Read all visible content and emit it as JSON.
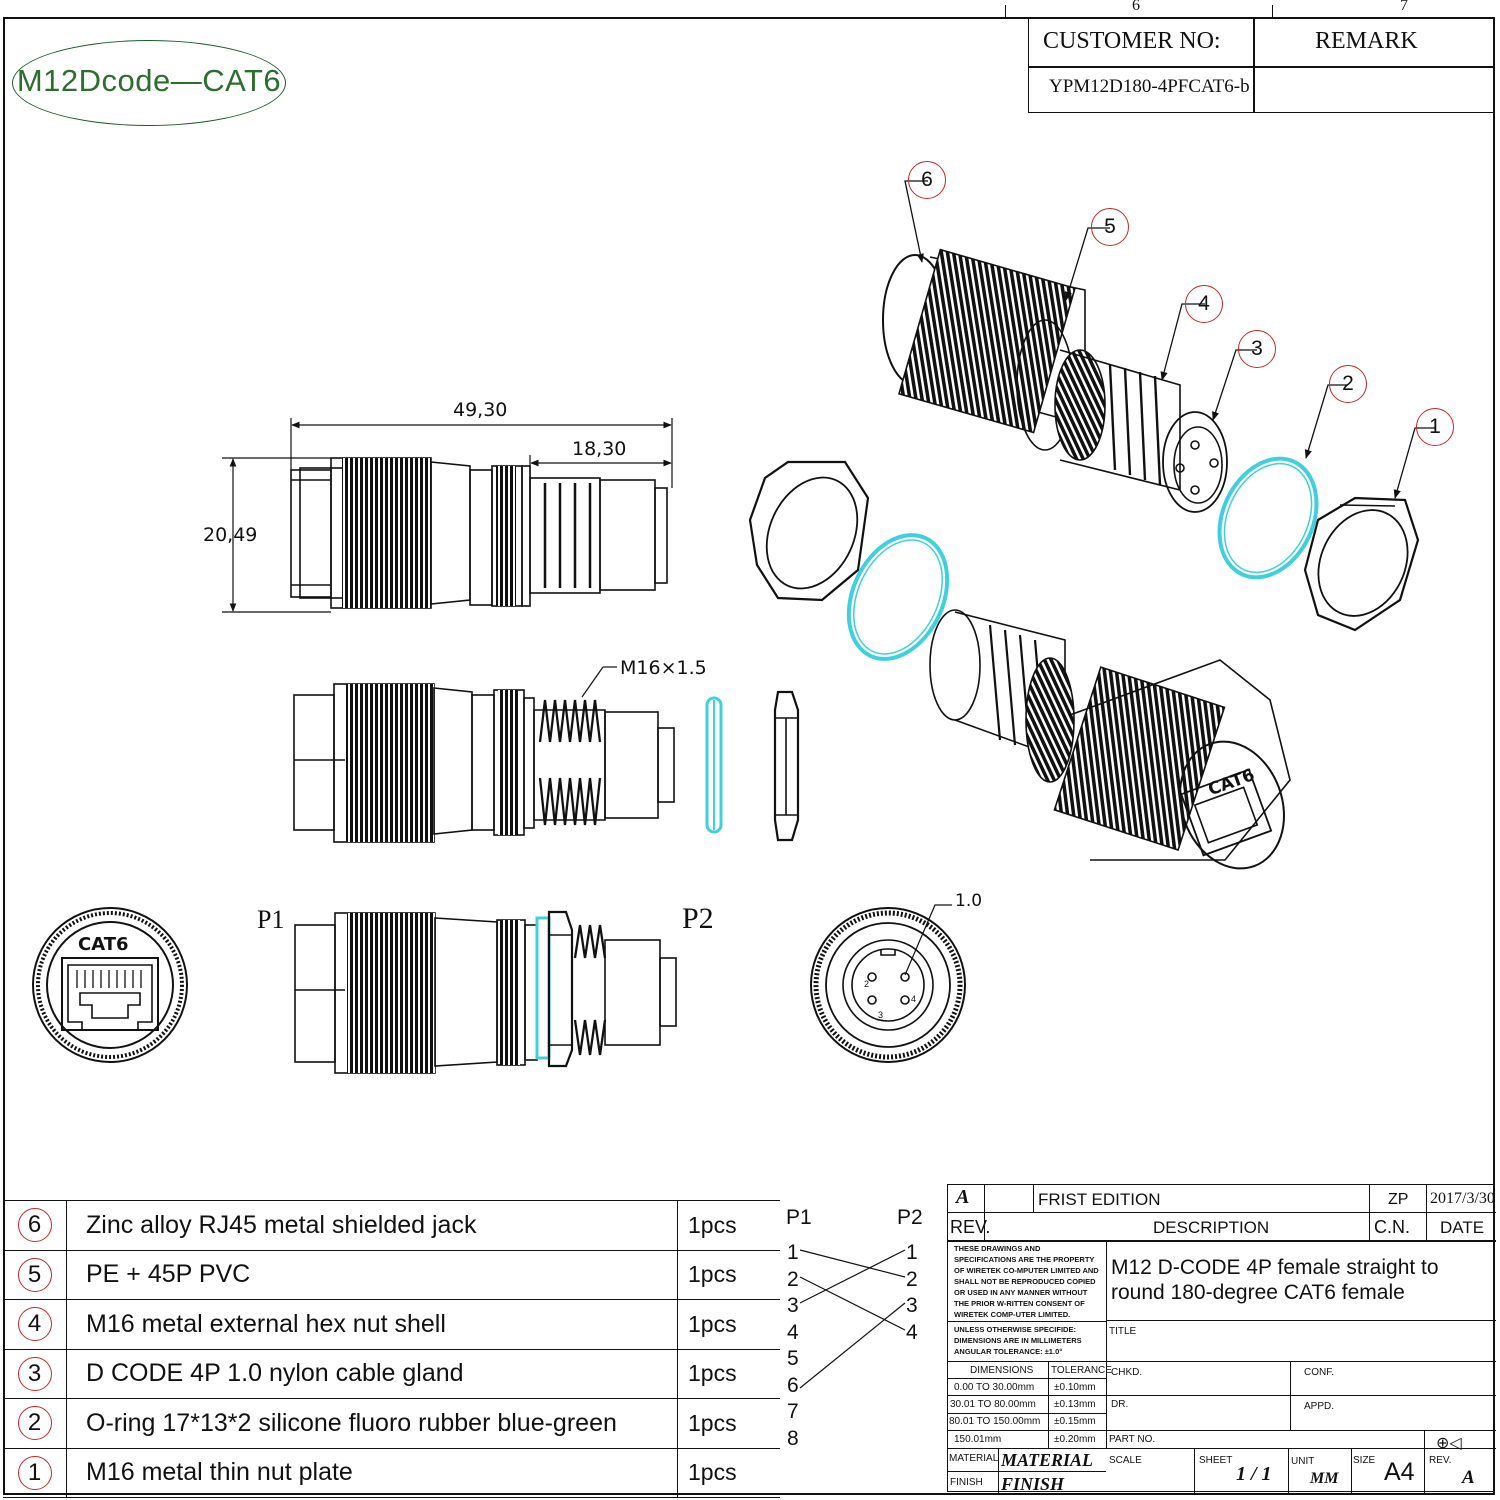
{
  "header": {
    "col6": "6",
    "col7": "7",
    "customer_no_label": "CUSTOMER  NO:",
    "remark_label": "REMARK",
    "customer_no_value": "YPM12D180-4PFCAT6-b",
    "remark_value": ""
  },
  "badge": "M12Dcode—CAT6",
  "dimensions": {
    "overall_length": "49,30",
    "thread_length": "18,30",
    "diameter": "20,49",
    "thread": "M16×1.5",
    "pin_dia": "1.0"
  },
  "ports": {
    "p1": "P1",
    "p2": "P2"
  },
  "jack_label": "CAT6",
  "callouts": [
    "1",
    "2",
    "3",
    "4",
    "5",
    "6"
  ],
  "bom": [
    {
      "no": "6",
      "desc": "Zinc alloy RJ45 metal shielded jack",
      "qty": "1pcs"
    },
    {
      "no": "5",
      "desc": "PE + 45P PVC",
      "qty": "1pcs"
    },
    {
      "no": "4",
      "desc": "M16 metal external hex nut shell",
      "qty": "1pcs"
    },
    {
      "no": "3",
      "desc": "D CODE 4P 1.0 nylon cable gland",
      "qty": "1pcs"
    },
    {
      "no": "2",
      "desc": "O-ring 17*13*2 silicone fluoro rubber blue-green",
      "qty": "1pcs"
    },
    {
      "no": "1",
      "desc": "M16 metal thin nut plate",
      "qty": "1pcs"
    }
  ],
  "wiring": {
    "p1_label": "P1",
    "p2_label": "P2",
    "p1_pins": [
      "1",
      "2",
      "3",
      "4",
      "5",
      "6",
      "7",
      "8"
    ],
    "p2_pins": [
      "1",
      "2",
      "3",
      "4"
    ]
  },
  "title_block": {
    "rev_letter": "A",
    "edition": "FRIST  EDITION",
    "zp": "ZP",
    "date_value": "2017/3/30",
    "rev_label": "REV.",
    "description_label": "DESCRIPTION",
    "cn_label": "C.N.",
    "date_label": "DATE",
    "notice": "THESE DRAWINGS AND SPECIFICATIONS ARE THE PROPERTY OF WIRETEK CO-MPUTER LIMITED AND SHALL NOT BE REPRODUCED COPIED OR USED IN ANY MANNER WITHOUT THE PRIOR W-RITTEN CONSENT OF WIRETEK COMP-UTER LIMITED.",
    "unless_note": "UNLESS OTHERWISE SPECIFIDE: DIMENSIONS ARE IN MILLIMETERS ANGULAR TOLERANCE: ±1.0°",
    "description": "M12 D-CODE 4P female straight to round 180-degree CAT6 female",
    "title_label": "TITLE",
    "dimensions_label": "DIMENSIONS",
    "tolerance_label": "TOLERANCE",
    "tolerances": [
      {
        "range": "0.00  TO  30.00mm",
        "tol": "±0.10mm"
      },
      {
        "range": "30.01  TO  80.00mm",
        "tol": "±0.13mm"
      },
      {
        "range": "80.01  TO  150.00mm",
        "tol": "±0.15mm"
      },
      {
        "range": "150.01mm",
        "tol": "±0.20mm"
      }
    ],
    "chkd": "CHKD.",
    "conf": "CONF.",
    "dr": "DR.",
    "appd": "APPD.",
    "part_no": "PART NO.",
    "material_label": "MATERIAL",
    "material_value": "MATERIAL",
    "finish_label": "FINISH",
    "finish_value": "FINISH",
    "scale_label": "SCALE",
    "sheet_label": "SHEET",
    "sheet_value": "1 / 1",
    "unit_label": "UNIT",
    "unit_value": "MM",
    "size_label": "SIZE",
    "size_value": "A4",
    "rev2_label": "REV.",
    "rev2_value": "A"
  },
  "colors": {
    "line": "#111111",
    "oring": "#3fd0dc",
    "callout": "#c62828",
    "badge": "#2c6e2c"
  }
}
